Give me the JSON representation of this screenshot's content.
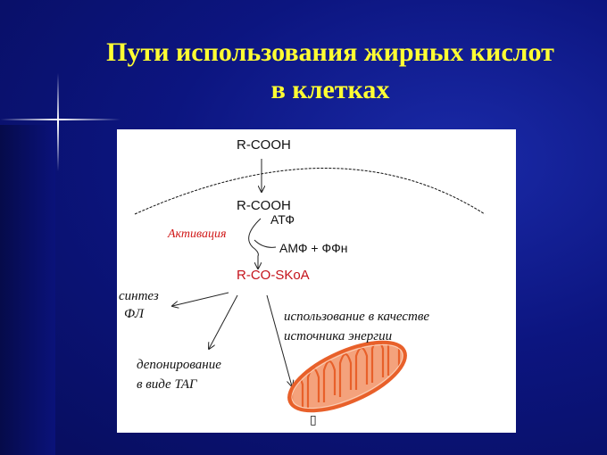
{
  "slide": {
    "title_line1": "Пути использования жирных кислот",
    "title_line2": "в клетках"
  },
  "diagram": {
    "rcooh_top": "R-COOH",
    "rcooh_mid": "R-COOH",
    "atp": "АТФ",
    "activation": "Активация",
    "amp": "АМФ + ФФн",
    "acyl_coa": "R-CO-SKoA",
    "synthesis_line1": "синтез",
    "synthesis_line2": "ФЛ",
    "energy_line1": "использование в качестве",
    "energy_line2": "источника энергии",
    "deposit_line1": "депонирование",
    "deposit_line2": "в виде ТАГ",
    "marker": "▯"
  },
  "colors": {
    "background": "#0c1580",
    "title": "#ffff33",
    "panel": "#ffffff",
    "acyl_coa": "#c4121a",
    "activation": "#d01818",
    "mitochondrion": "#e8602a"
  },
  "icons": [
    "sparkle-icon",
    "mitochondrion-icon"
  ]
}
